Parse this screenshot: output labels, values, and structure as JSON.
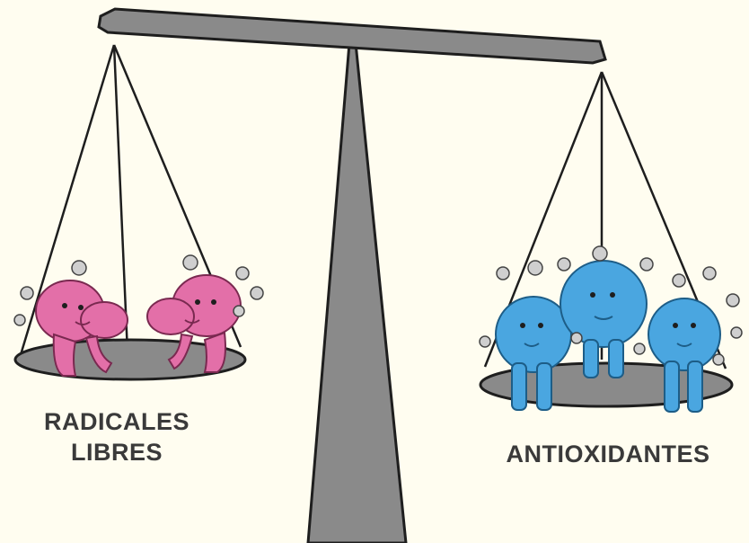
{
  "labels": {
    "left_line1": "RADICALES",
    "left_line2": "LIBRES",
    "right": "ANTIOXIDANTES"
  },
  "colors": {
    "background": "#fffdf0",
    "scale_gray": "#8a8a8a",
    "outline": "#1e1e1e",
    "free_radical": "#e36fa8",
    "antioxidant": "#4aa6e0",
    "label_text": "#3a3a3a"
  },
  "illustration": {
    "left_pan_characters": 2,
    "right_pan_characters": 3
  }
}
